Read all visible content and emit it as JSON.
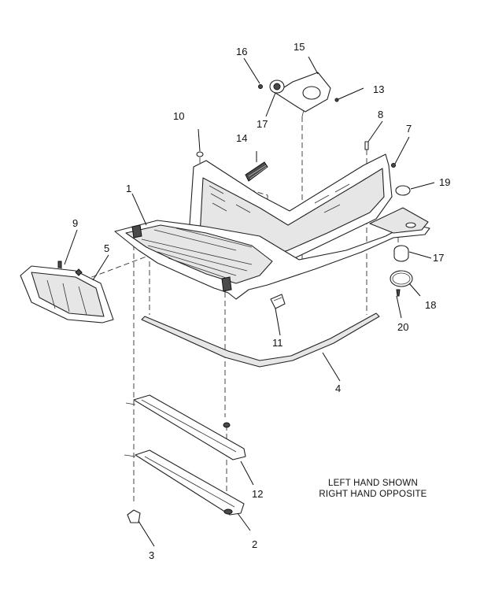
{
  "diagram": {
    "callouts": [
      {
        "id": "c1",
        "text": "1"
      },
      {
        "id": "c2",
        "text": "2"
      },
      {
        "id": "c3",
        "text": "3"
      },
      {
        "id": "c4",
        "text": "4"
      },
      {
        "id": "c5",
        "text": "5"
      },
      {
        "id": "c7",
        "text": "7"
      },
      {
        "id": "c8",
        "text": "8"
      },
      {
        "id": "c9",
        "text": "9"
      },
      {
        "id": "c10",
        "text": "10"
      },
      {
        "id": "c11",
        "text": "11"
      },
      {
        "id": "c12",
        "text": "12"
      },
      {
        "id": "c13",
        "text": "13"
      },
      {
        "id": "c14",
        "text": "14"
      },
      {
        "id": "c15",
        "text": "15"
      },
      {
        "id": "c16",
        "text": "16"
      },
      {
        "id": "c17a",
        "text": "17"
      },
      {
        "id": "c17b",
        "text": "17"
      },
      {
        "id": "c18",
        "text": "18"
      },
      {
        "id": "c19",
        "text": "19"
      },
      {
        "id": "c20",
        "text": "20"
      }
    ],
    "note": {
      "line1": "LEFT HAND SHOWN",
      "line2": "RIGHT HAND OPPOSITE"
    }
  }
}
